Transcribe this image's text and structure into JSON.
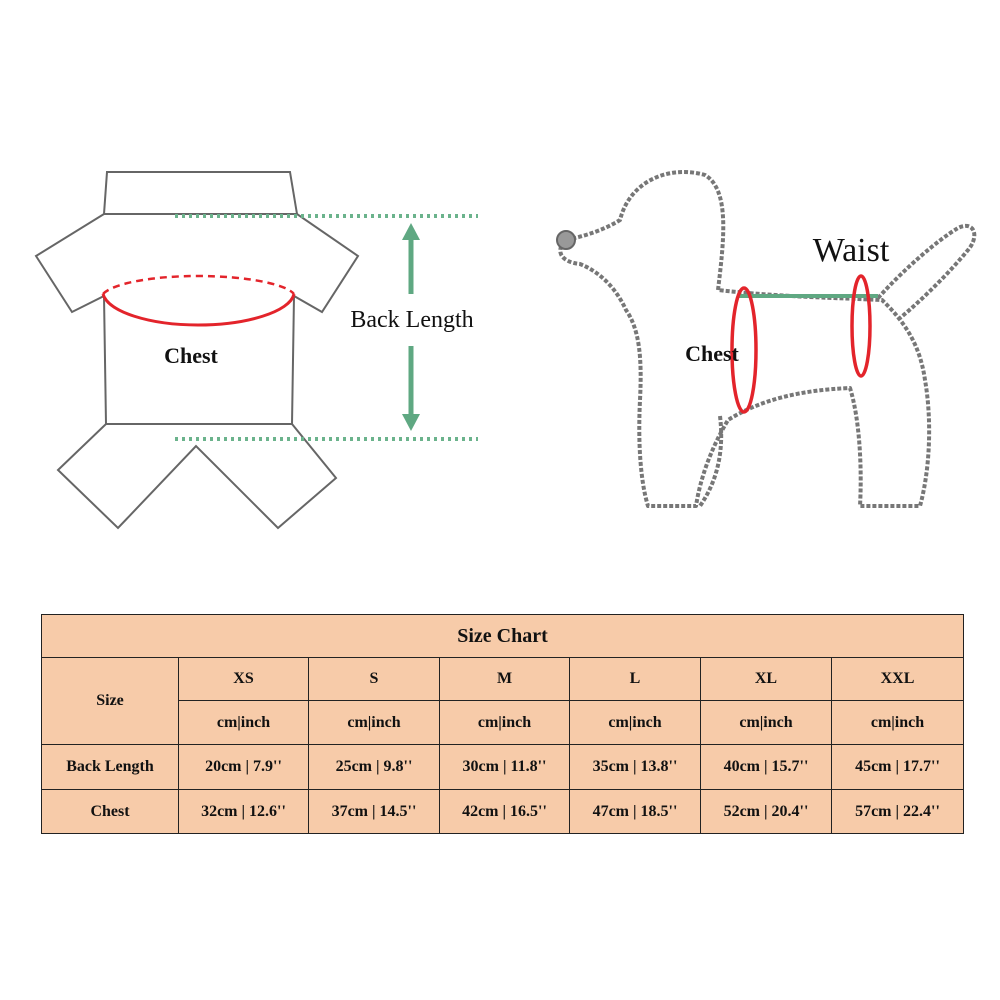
{
  "garment": {
    "chest_label": "Chest",
    "back_length_label": "Back Length"
  },
  "dog": {
    "chest_label": "Chest",
    "waist_label": "Waist"
  },
  "size_chart": {
    "title": "Size Chart",
    "size_header": "Size",
    "unit_label": "cm|inch",
    "sizes": [
      "XS",
      "S",
      "M",
      "L",
      "XL",
      "XXL"
    ],
    "rows": [
      {
        "label": "Back Length",
        "values": [
          "20cm | 7.9''",
          "25cm | 9.8''",
          "30cm | 11.8''",
          "35cm | 13.8''",
          "40cm | 15.7''",
          "45cm | 17.7''"
        ]
      },
      {
        "label": "Chest",
        "values": [
          "32cm | 12.6''",
          "37cm | 14.5''",
          "42cm | 16.5''",
          "47cm | 18.5''",
          "52cm | 20.4''",
          "57cm | 22.4''"
        ]
      }
    ]
  },
  "colors": {
    "outline": "#555555",
    "measure_red": "#e3242b",
    "arrow_green": "#5fa882",
    "table_fill": "#f7cba9"
  }
}
